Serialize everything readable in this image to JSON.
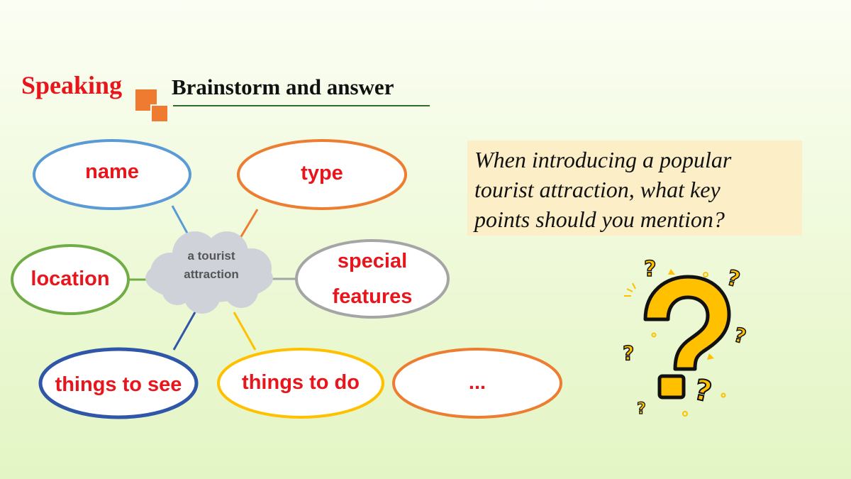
{
  "header": {
    "section_label": "Speaking",
    "subtitle": "Brainstorm and answer"
  },
  "mind_map": {
    "center": {
      "line1": "a tourist",
      "line2": "attraction"
    },
    "nodes": {
      "name": "name",
      "type": "type",
      "location": "location",
      "special_features_line1": "special",
      "special_features_line2": "features",
      "things_to_see": "things to see",
      "things_to_do": "things to do",
      "more": "..."
    },
    "colors": {
      "name": "#5b9bd5",
      "type": "#ed7d31",
      "location": "#70ad47",
      "special_features": "#a5a5a5",
      "things_to_see": "#2f56a8",
      "things_to_do": "#ffc000",
      "more": "#ed7d31",
      "text": "#e8161c"
    }
  },
  "question": {
    "line1": "When introducing a popular",
    "line2": "tourist attraction, what key",
    "line3": "points should you mention?"
  },
  "decoration": {
    "icon": "question-marks-icon"
  }
}
